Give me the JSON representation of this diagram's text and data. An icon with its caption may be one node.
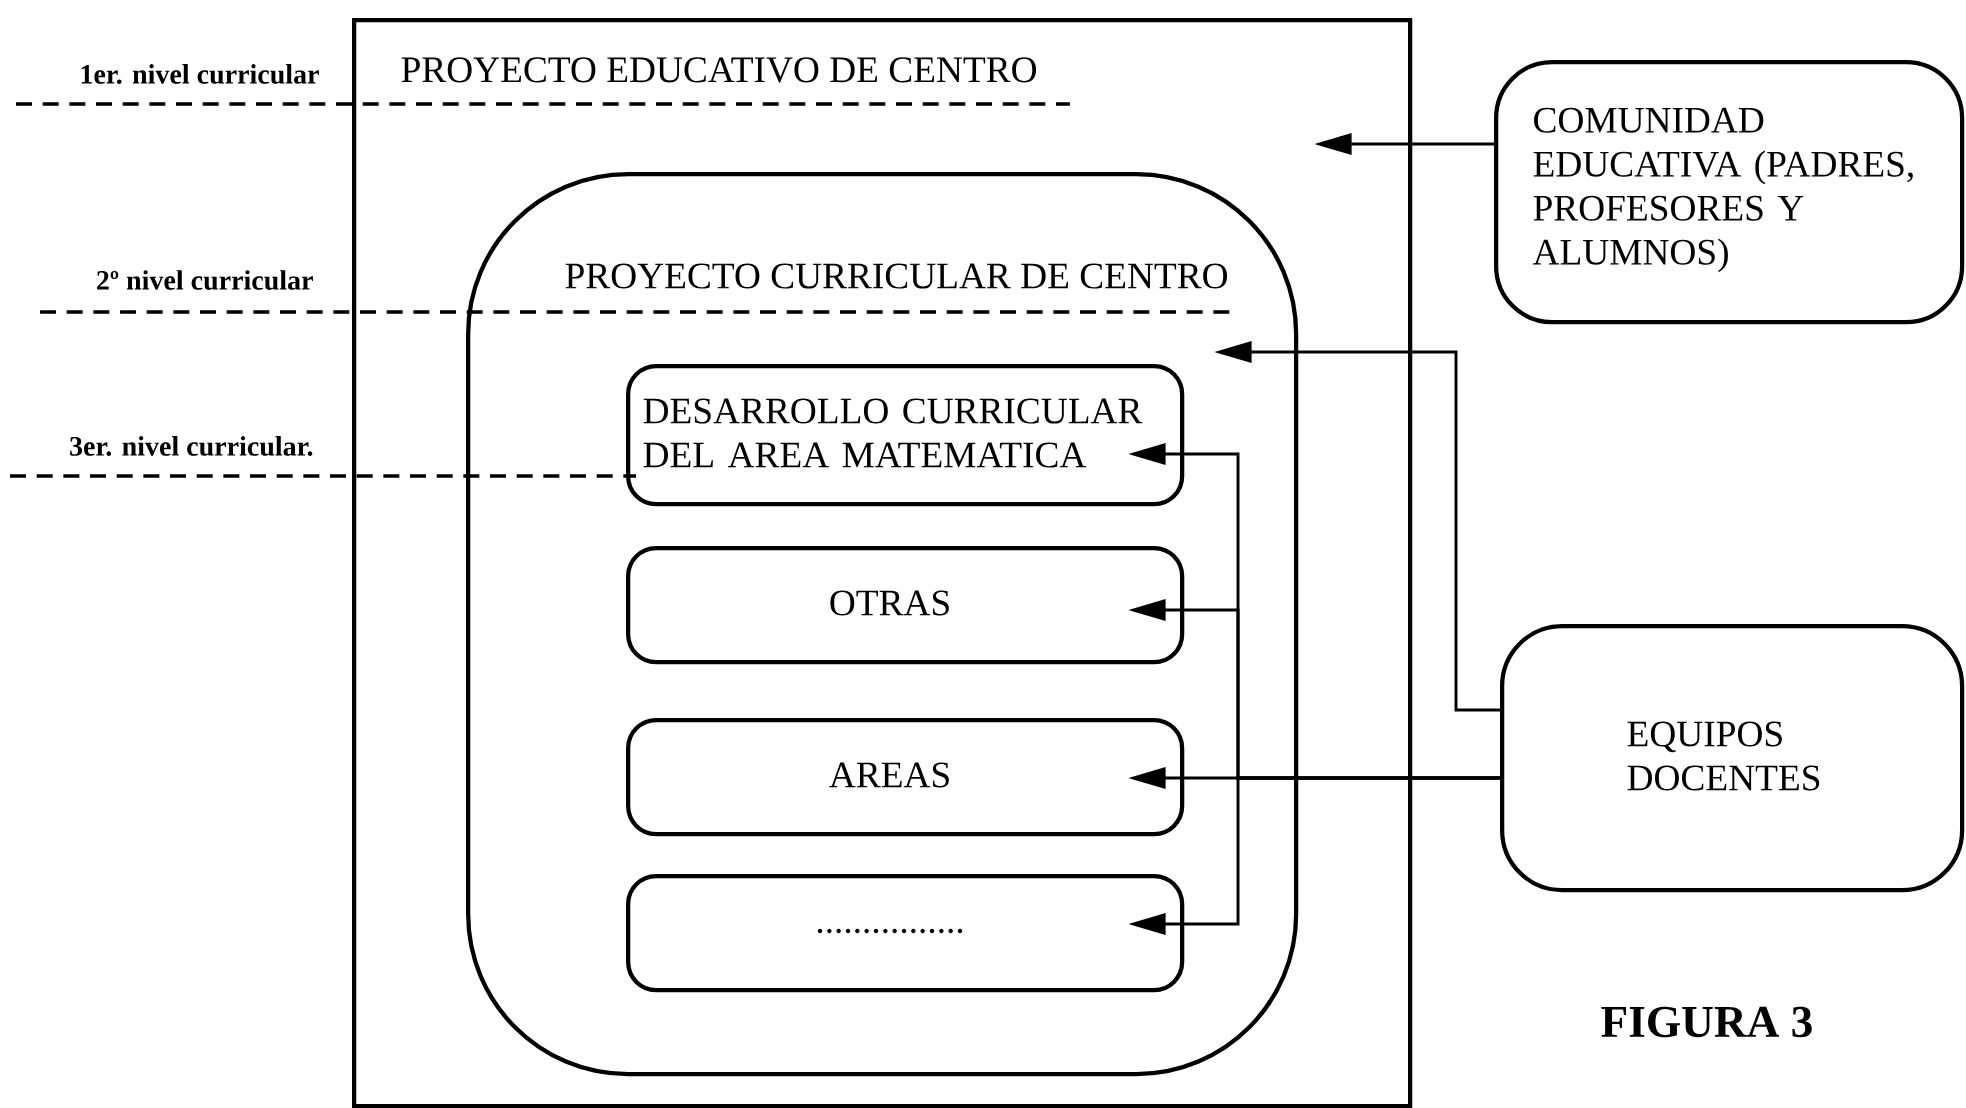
{
  "diagram": {
    "caption": "FIGURA 3",
    "nodes": [
      {
        "text": [
          "PROYECTO EDUCATIVO DE CENTRO"
        ]
      },
      {
        "text": [
          "PROYECTO CURRICULAR DE CENTRO"
        ],
        "in": 0
      },
      {
        "text": [
          "DESARROLLO CURRICULAR DEL AREA MATEMATICA"
        ],
        "in": 1
      },
      {
        "text": [
          "OTRAS"
        ],
        "in": 1
      },
      {
        "text": [
          "AREAS"
        ],
        "in": 1
      },
      {
        "text": [
          "................"
        ],
        "in": 1
      },
      {
        "text": [
          "COMUNIDAD EDUCATIVA (PADRES, PROFESORES Y ALUMNOS)"
        ]
      },
      {
        "text": [
          "EQUIPOS DOCENTES"
        ]
      }
    ],
    "edges": [
      {
        "from": 6,
        "to": 0,
        "arrow": "to"
      },
      {
        "from": 7,
        "to": 1,
        "arrow": "to"
      },
      {
        "from": 7,
        "to": 2,
        "arrow": "to"
      },
      {
        "from": 7,
        "to": 3,
        "arrow": "to"
      },
      {
        "from": 7,
        "to": 4,
        "arrow": "to"
      },
      {
        "from": 7,
        "to": 5,
        "arrow": "to"
      }
    ],
    "labels": [
      "1er. nivel curricular",
      "2º nivel curricular",
      "3er. nivel curricular."
    ]
  }
}
